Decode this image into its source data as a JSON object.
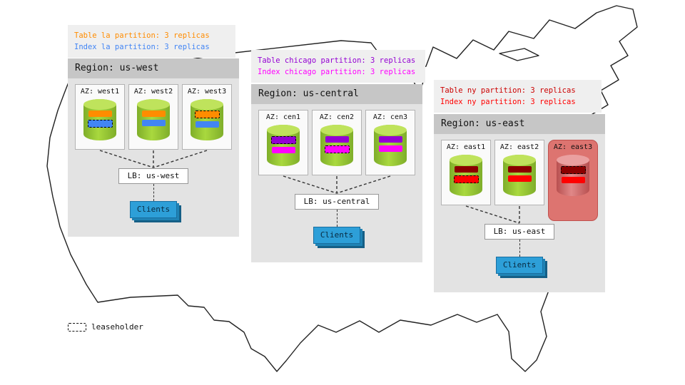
{
  "legend": {
    "label": "leaseholder"
  },
  "regions": [
    {
      "id": "us-west",
      "annotation": [
        {
          "text": "Table la partition: 3 replicas",
          "color": "#ff8c00"
        },
        {
          "text": "Index la partition: 3 replicas",
          "color": "#4285f4"
        }
      ],
      "title": "Region: us-west",
      "azs": [
        {
          "label": "AZ: west1",
          "failed": false,
          "connected": true,
          "bars": [
            {
              "color": "#ff8c00",
              "leaseholder": false
            },
            {
              "color": "#4285f4",
              "leaseholder": true
            }
          ]
        },
        {
          "label": "AZ: west2",
          "failed": false,
          "connected": true,
          "bars": [
            {
              "color": "#ff8c00",
              "leaseholder": false
            },
            {
              "color": "#4285f4",
              "leaseholder": false
            }
          ]
        },
        {
          "label": "AZ: west3",
          "failed": false,
          "connected": true,
          "bars": [
            {
              "color": "#ff8c00",
              "leaseholder": true
            },
            {
              "color": "#4285f4",
              "leaseholder": false
            }
          ]
        }
      ],
      "lb": "LB: us-west",
      "clients": "Clients"
    },
    {
      "id": "us-central",
      "annotation": [
        {
          "text": "Table chicago partition: 3 replicas",
          "color": "#9400d3"
        },
        {
          "text": "Index chicago partition: 3 replicas",
          "color": "#ff00ff"
        }
      ],
      "title": "Region: us-central",
      "azs": [
        {
          "label": "AZ: cen1",
          "failed": false,
          "connected": true,
          "bars": [
            {
              "color": "#9400d3",
              "leaseholder": true
            },
            {
              "color": "#ff00ff",
              "leaseholder": false
            }
          ]
        },
        {
          "label": "AZ: cen2",
          "failed": false,
          "connected": true,
          "bars": [
            {
              "color": "#9400d3",
              "leaseholder": false
            },
            {
              "color": "#ff00ff",
              "leaseholder": true
            }
          ]
        },
        {
          "label": "AZ: cen3",
          "failed": false,
          "connected": true,
          "bars": [
            {
              "color": "#9400d3",
              "leaseholder": false
            },
            {
              "color": "#ff00ff",
              "leaseholder": false
            }
          ]
        }
      ],
      "lb": "LB: us-central",
      "clients": "Clients"
    },
    {
      "id": "us-east",
      "annotation": [
        {
          "text": "Table ny partition: 3 replicas",
          "color": "#cc0000"
        },
        {
          "text": "Index ny partition: 3 replicas",
          "color": "#ff0000"
        }
      ],
      "title": "Region: us-east",
      "azs": [
        {
          "label": "AZ: east1",
          "failed": false,
          "connected": true,
          "bars": [
            {
              "color": "#8b0000",
              "leaseholder": false
            },
            {
              "color": "#ff0000",
              "leaseholder": true
            }
          ]
        },
        {
          "label": "AZ: east2",
          "failed": false,
          "connected": true,
          "bars": [
            {
              "color": "#8b0000",
              "leaseholder": false
            },
            {
              "color": "#ff0000",
              "leaseholder": false
            }
          ]
        },
        {
          "label": "AZ: east3",
          "failed": true,
          "connected": false,
          "bars": [
            {
              "color": "#8b0000",
              "leaseholder": true
            },
            {
              "color": "#ff0000",
              "leaseholder": false
            }
          ]
        }
      ],
      "lb": "LB: us-east",
      "clients": "Clients"
    }
  ],
  "colors": {
    "cylinder": "#9acd32",
    "cylinder_failed": "#d9534f",
    "az_failed_bg": "#dd7470",
    "clients_bg": "#2d9fd8",
    "map_outline": "#222222"
  }
}
